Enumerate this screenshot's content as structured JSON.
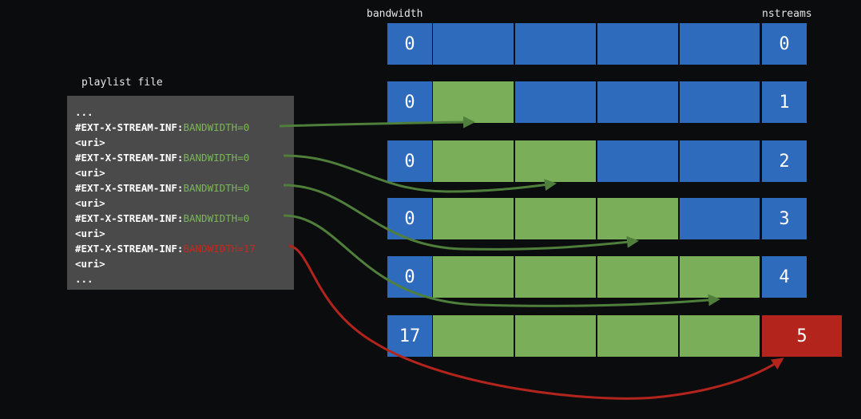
{
  "labels": {
    "bandwidth": "bandwidth",
    "nstreams": "nstreams",
    "playlist_title": "playlist file"
  },
  "playlist": {
    "lines": [
      {
        "prefix": "...",
        "value": "",
        "tone": "none"
      },
      {
        "prefix": "#EXT-X-STREAM-INF:",
        "value": "BANDWIDTH=0",
        "tone": "green"
      },
      {
        "prefix": "<uri>",
        "value": "",
        "tone": "none"
      },
      {
        "prefix": "#EXT-X-STREAM-INF:",
        "value": "BANDWIDTH=0",
        "tone": "green"
      },
      {
        "prefix": "<uri>",
        "value": "",
        "tone": "none"
      },
      {
        "prefix": "#EXT-X-STREAM-INF:",
        "value": "BANDWIDTH=0",
        "tone": "green"
      },
      {
        "prefix": "<uri>",
        "value": "",
        "tone": "none"
      },
      {
        "prefix": "#EXT-X-STREAM-INF:",
        "value": "BANDWIDTH=0",
        "tone": "green"
      },
      {
        "prefix": "<uri>",
        "value": "",
        "tone": "none"
      },
      {
        "prefix": "#EXT-X-STREAM-INF:",
        "value": "BANDWIDTH=17",
        "tone": "red"
      },
      {
        "prefix": "<uri>",
        "value": "",
        "tone": "none"
      },
      {
        "prefix": "...",
        "value": "",
        "tone": "none"
      }
    ]
  },
  "rows": [
    {
      "bandwidth": "0",
      "filled_slots": 0,
      "nstreams": "0",
      "nstreams_color": "blue"
    },
    {
      "bandwidth": "0",
      "filled_slots": 1,
      "nstreams": "1",
      "nstreams_color": "blue"
    },
    {
      "bandwidth": "0",
      "filled_slots": 2,
      "nstreams": "2",
      "nstreams_color": "blue"
    },
    {
      "bandwidth": "0",
      "filled_slots": 3,
      "nstreams": "3",
      "nstreams_color": "blue"
    },
    {
      "bandwidth": "0",
      "filled_slots": 4,
      "nstreams": "4",
      "nstreams_color": "blue"
    },
    {
      "bandwidth": "17",
      "filled_slots": 4,
      "nstreams": "5",
      "nstreams_color": "red"
    }
  ],
  "slots_per_row": 4,
  "colors": {
    "background": "#0b0c0e",
    "blue": "#2f6bbd",
    "green": "#7aae58",
    "red": "#b3241c",
    "green_arrow": "#4f7f3b",
    "red_arrow": "#b3241c",
    "playlist_bg": "#4a4a4a"
  }
}
